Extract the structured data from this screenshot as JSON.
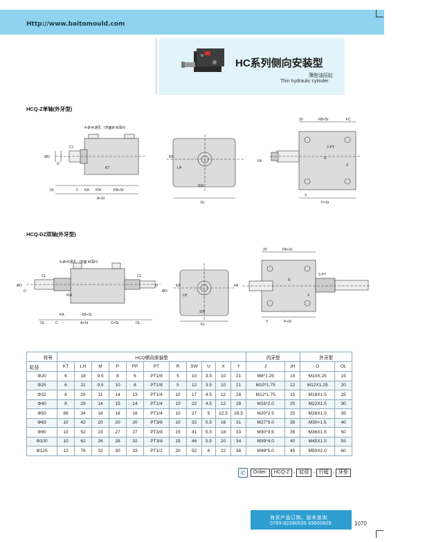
{
  "header": {
    "url": "Http://www.baitomould.com"
  },
  "title": {
    "main": "HC系列侧向安装型",
    "subtitle_cn": "薄型油压缸",
    "subtitle_en": "Thin hydraulic cylinder"
  },
  "section1": {
    "heading": "HCQ-Z单轴(外牙型)",
    "labels": {
      "holes": "4-Ø×K通孔（背面Ø M深H）",
      "cl": "CL",
      "od": "ØO",
      "o": "O",
      "kt": "KT",
      "lh": "LH",
      "ol": "OL",
      "c": "C",
      "ka": "KA",
      "kw": "KW",
      "kbst": "KB+St",
      "ast": "A+St",
      "eb": "EB",
      "sw": "SW",
      "kl": "KL",
      "d20": "20",
      "fbst": "FB+St",
      "fc": "FC",
      "fa": "FA",
      "pt2": "2-PT",
      "r": "R",
      "x": "X",
      "y": "Y",
      "pst": "P+St"
    }
  },
  "section2": {
    "heading": "HCQ-DZ双轴(外牙型)",
    "labels": {
      "holes": "4-Ø×K通孔（背面 M深H）",
      "cl": "CL",
      "od": "ØO",
      "o": "O",
      "kw": "KW",
      "ka": "KA",
      "kbst": "KB+St",
      "ol": "OL",
      "c": "C",
      "ast": "A+St",
      "cst": "C+St",
      "eb": "EB",
      "lh": "LH",
      "sw": "SW",
      "kl": "KL",
      "d20": "20",
      "fbst": "FB+St",
      "fa": "FA",
      "pt2": "2-PT",
      "x": "X",
      "y": "Y",
      "pst": "P+St",
      "r": "R"
    }
  },
  "table": {
    "corner_top": "符号",
    "corner_bottom": "缸径",
    "group_main": "HCQ侧向安装型",
    "group_inner": "内牙型",
    "group_outer": "外牙型",
    "columns": [
      "KT",
      "LH",
      "M",
      "P",
      "PP",
      "PT",
      "R",
      "SW",
      "U",
      "X",
      "Y",
      "J",
      "JH",
      "O",
      "OL"
    ],
    "rows": [
      [
        "Φ20",
        "6",
        "18",
        "9.5",
        "8",
        "6",
        "PT1/8",
        "5",
        "10",
        "3.5",
        "10",
        "21",
        "M8*1.25",
        "15",
        "M10X.25",
        "15"
      ],
      [
        "Φ25",
        "6",
        "21",
        "9.5",
        "10",
        "8",
        "PT1/8",
        "5",
        "12",
        "3.5",
        "10",
        "21",
        "M10*1.75",
        "12",
        "M12X1.25",
        "20"
      ],
      [
        "Φ32",
        "8",
        "25",
        "11",
        "14",
        "13",
        "PT1/4",
        "10",
        "17",
        "4.5",
        "12",
        "28",
        "M12*1.75",
        "15",
        "M16X1.5",
        "25"
      ],
      [
        "Φ40",
        "8",
        "29",
        "14",
        "15",
        "14",
        "PT1/4",
        "10",
        "22",
        "4.5",
        "12",
        "28",
        "M16*2.0",
        "20",
        "M22X1.5",
        "30"
      ],
      [
        "Φ50",
        "89",
        "34",
        "18",
        "18",
        "16",
        "PT1/4",
        "10",
        "27",
        "5",
        "12.5",
        "29.5",
        "M20*2.5",
        "25",
        "M26X1.5",
        "35"
      ],
      [
        "Φ63",
        "10",
        "42",
        "20",
        "20",
        "20",
        "PT3/8",
        "10",
        "32",
        "5.5",
        "16",
        "31",
        "M27*3.0",
        "35",
        "M30×1.5",
        "40"
      ],
      [
        "Φ80",
        "10",
        "52",
        "23",
        "27",
        "27",
        "PT3/8",
        "15",
        "41",
        "5.5",
        "18",
        "33",
        "M30*3.5",
        "35",
        "M36X1.5",
        "50"
      ],
      [
        "Φ100",
        "10",
        "62",
        "26",
        "28",
        "32",
        "PT3/8",
        "15",
        "46",
        "5.5",
        "20",
        "34",
        "M39*4.0",
        "40",
        "M45X1.5",
        "55"
      ],
      [
        "Φ125",
        "12",
        "76",
        "32",
        "30",
        "33",
        "PT1/2",
        "20",
        "52",
        "6",
        "22",
        "38",
        "M48*5.0",
        "45",
        "M50X2.0",
        "60"
      ]
    ]
  },
  "order": {
    "label": "Order:",
    "model": "HCQ-Z",
    "sep1": "-",
    "bore": "缸径",
    "sep2": "-",
    "stroke": "行程",
    "sep3": "-",
    "thread": "牙型"
  },
  "contact": {
    "line1": "有关产品订购、技术咨询:",
    "line2": "0769-82260535  83600929"
  },
  "page_number": "1070",
  "colors": {
    "band": "#8fd3ee",
    "title_bg": "#e2f3fa",
    "contact_bg": "#2e9fd0",
    "table_border": "#8aaabb"
  }
}
